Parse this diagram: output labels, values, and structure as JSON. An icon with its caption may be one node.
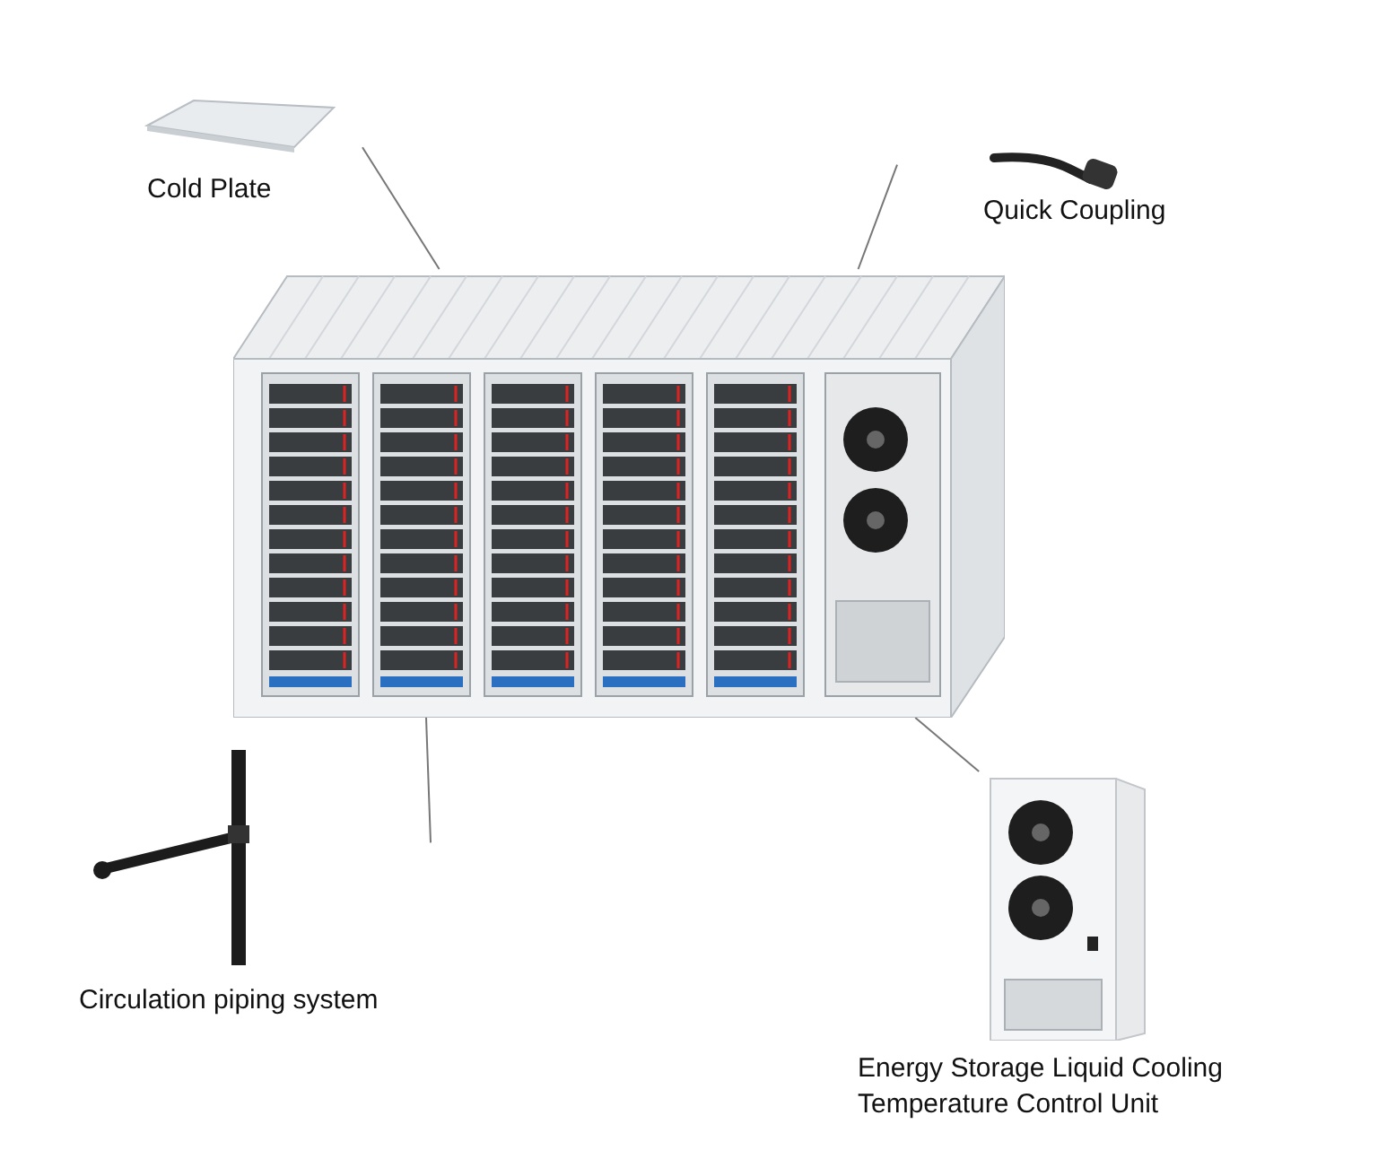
{
  "diagram": {
    "nodes": [
      {
        "text": [
          "Cold Plate"
        ]
      },
      {
        "text": [
          "Quick Coupling"
        ]
      },
      {
        "text": [
          "Circulation piping system"
        ]
      },
      {
        "text": [
          "Energy Storage Liquid Cooling Temperature Control Unit"
        ]
      },
      {
        "text": [],
        "shape": "picture"
      }
    ],
    "edges": [
      {
        "from": 0,
        "to": 4,
        "arrow": "none"
      },
      {
        "from": 1,
        "to": 4,
        "arrow": "none"
      },
      {
        "from": 2,
        "to": 4,
        "arrow": "none"
      },
      {
        "from": 3,
        "to": 4,
        "arrow": "none"
      }
    ]
  }
}
